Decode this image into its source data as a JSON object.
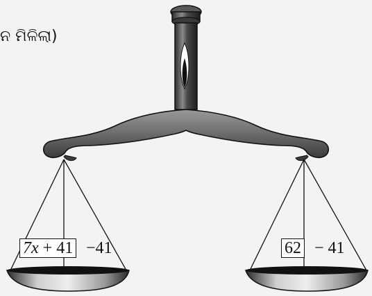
{
  "caption": "ନ ମିଳିଲା)",
  "left_pan": {
    "expression_var": "7x",
    "expression_rest": " + 41",
    "subtracted": "−41"
  },
  "right_pan": {
    "value": "62",
    "subtracted": "− 41"
  },
  "colors": {
    "metal_dark": "#3a3a3a",
    "metal_mid": "#7a7a7a",
    "pan_dark": "#1a1a1a",
    "background": "#f3f3f1"
  }
}
